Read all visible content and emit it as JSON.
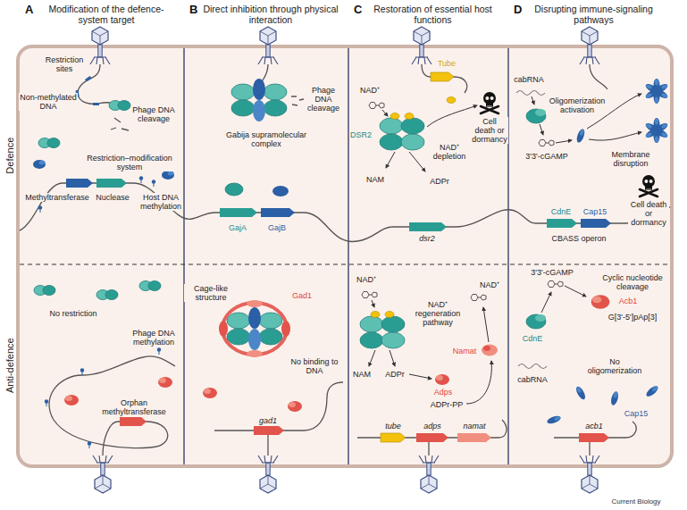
{
  "diagram": {
    "nodes": [
      {
        "text": [
          "A",
          "Modification of the defence-system target"
        ]
      },
      {
        "text": [
          "B",
          "Direct inhibition through physical interaction"
        ]
      },
      {
        "text": [
          "C",
          "Restoration of essential host functions"
        ]
      },
      {
        "text": [
          "D",
          "Disrupting immune-signaling pathways"
        ]
      }
    ],
    "labels": [
      "Defence",
      "Anti-defence",
      "Restriction sites",
      "Non-methylated DNA",
      "Phage DNA cleavage",
      "Restriction–modification system",
      "Methyltransferase",
      "Nuclease",
      "Host DNA methylation",
      "No restriction",
      "Phage DNA methylation",
      "Orphan methyltransferase",
      "Phage DNA cleavage",
      "Gabija supramolecular complex",
      "GajA",
      "GajB",
      "Cage-like structure",
      "Gad1",
      "No binding to DNA",
      "gad1",
      "Tube",
      "NAD⁺",
      "DSR2",
      "NAM",
      "ADPr",
      "NAD⁺ depletion",
      "Cell death or dormancy",
      "dsr2",
      "NAD⁺",
      "NAD⁺ regeneration pathway",
      "NAD⁺",
      "NAM",
      "ADPr",
      "Adps",
      "ADPr-PP",
      "Namat",
      "tube",
      "adps",
      "namat",
      "cabRNA",
      "Oligomerization activation",
      "Membrane disruption",
      "3'3'-cGAMP",
      "CdnE",
      "Cap15",
      "Cell death or dormancy",
      "CBASS operon",
      "Cyclic nucleotide cleavage",
      "3'3'-cGAMP",
      "Acb1",
      "G[3'-5']pAp[3]",
      "CdnE",
      "cabRNA",
      "No oligomerization",
      "Cap15",
      "acb1",
      "Current Biology"
    ]
  }
}
